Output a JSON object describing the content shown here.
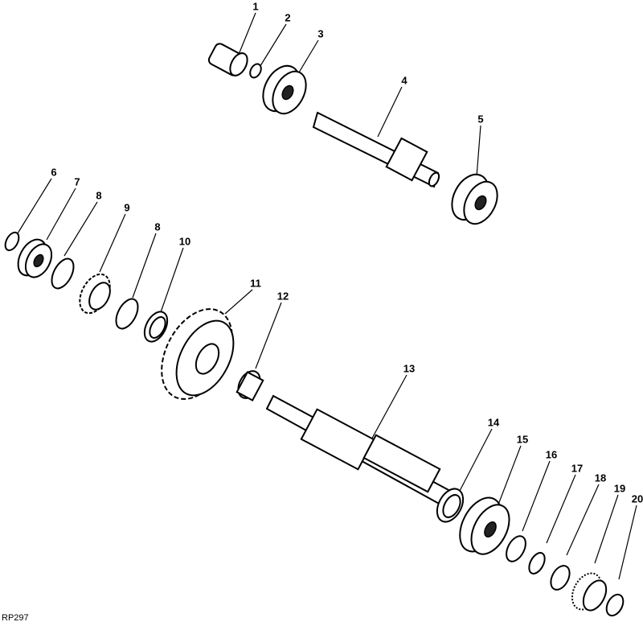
{
  "diagram_code": "RP297",
  "callouts": [
    "1",
    "2",
    "3",
    "4",
    "5",
    "6",
    "7",
    "8",
    "9",
    "8",
    "10",
    "11",
    "12",
    "13",
    "14",
    "15",
    "16",
    "17",
    "18",
    "19",
    "20"
  ]
}
